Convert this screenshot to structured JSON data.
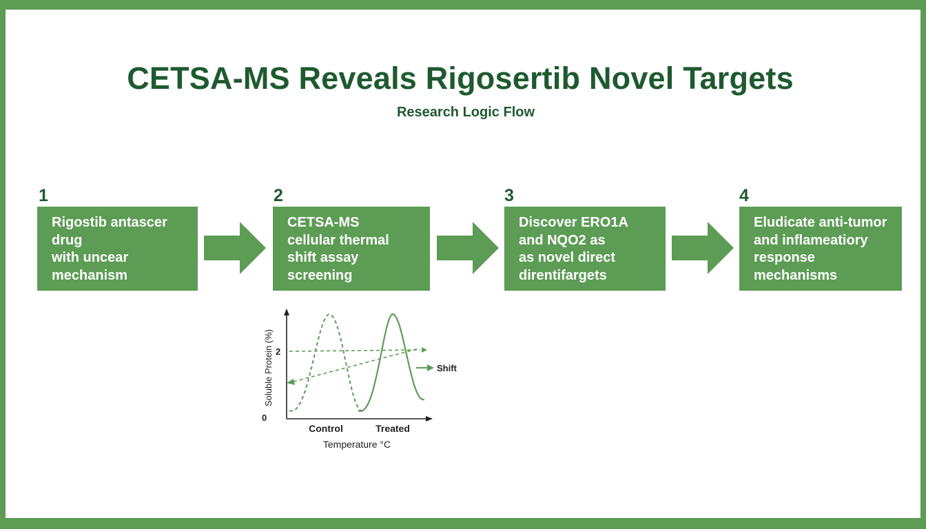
{
  "title": "CETSA-MS Reveals Rigosertib Novel Targets",
  "subtitle": "Research Logic Flow",
  "steps": [
    {
      "number": "1",
      "lines": [
        "Rigostib antascer",
        "drug",
        "with uncear",
        "mechanism"
      ]
    },
    {
      "number": "2",
      "lines": [
        "CETSA-MS",
        "cellular thermal",
        "shift assay",
        "screening"
      ]
    },
    {
      "number": "3",
      "lines": [
        "Discover ERO1A",
        "and NQO2 as",
        "as novel direct",
        "direntifargets"
      ]
    },
    {
      "number": "4",
      "lines": [
        "Eludicate anti-tumor",
        "and inflameatiory",
        "response",
        "mechanisms"
      ]
    }
  ],
  "colors": {
    "accent": "#5c9c54",
    "title": "#1e5a2f",
    "axis": "#222222"
  },
  "chart_data": {
    "type": "line",
    "ylabel": "Soluble Protein (%)",
    "xlabel": "Temperature °C",
    "ytick_labels": [
      "0",
      "2"
    ],
    "category_labels": [
      "Control",
      "Treated"
    ],
    "annotation": "Shift",
    "series": [
      {
        "name": "Control",
        "style": "dashed",
        "peak": 3.0
      },
      {
        "name": "Treated",
        "style": "solid",
        "peak": 3.0
      }
    ]
  }
}
